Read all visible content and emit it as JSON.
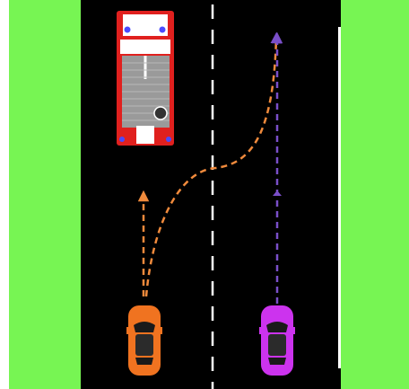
{
  "scene": {
    "type": "two-lane-road-overtaking-scenario",
    "colors": {
      "background": "#ffffff",
      "grass": "#77f553",
      "road": "#000000",
      "road_edge_line": "#ffffff",
      "center_dashes": "#ffffff",
      "orange_car": "#f07320",
      "purple_car": "#cc33ee",
      "orange_path": "#f08a3c",
      "purple_path": "#7a4fc9",
      "fire_truck_body": "#e0201e",
      "fire_truck_ladder": "#9a9a9a",
      "fire_truck_lights": "#4b4bff"
    },
    "vehicles": [
      {
        "name": "fire-truck",
        "lane": "left",
        "state": "stopped",
        "icon": "fire-truck-icon"
      },
      {
        "name": "orange-car",
        "lane": "left",
        "state": "moving",
        "icon": "car-icon"
      },
      {
        "name": "purple-car",
        "lane": "right",
        "state": "moving",
        "icon": "car-icon"
      }
    ],
    "paths": [
      {
        "name": "orange-straight-path",
        "owner": "orange-car",
        "style": "dashed",
        "arrow": true
      },
      {
        "name": "orange-overtake-path",
        "owner": "orange-car",
        "style": "dashed",
        "arrow": true
      },
      {
        "name": "purple-straight-path",
        "owner": "purple-car",
        "style": "dashed",
        "arrow": true
      }
    ]
  }
}
